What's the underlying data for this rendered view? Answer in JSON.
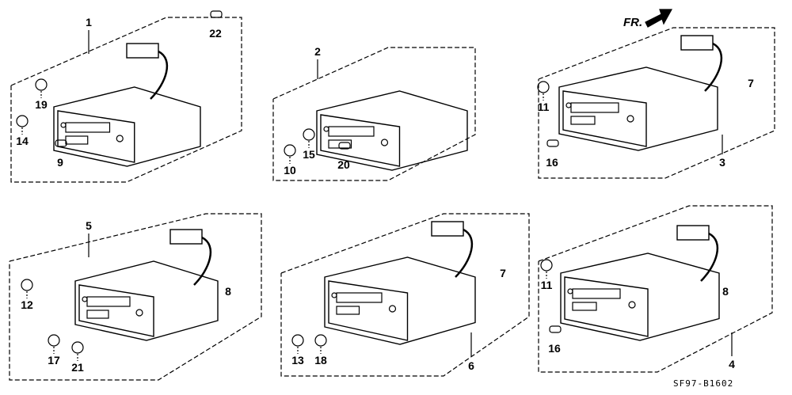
{
  "diagram_code": "SF97-B1602",
  "direction_marker": {
    "label": "FR.",
    "icon": "arrow-right-icon"
  },
  "panels": [
    {
      "assembly": "1",
      "parts": [
        "22",
        "19",
        "14",
        "9"
      ]
    },
    {
      "assembly": "2",
      "parts": [
        "15",
        "10",
        "20"
      ]
    },
    {
      "assembly": "3",
      "parts": [
        "7",
        "11",
        "16"
      ]
    },
    {
      "assembly": "5",
      "parts": [
        "8",
        "12",
        "17",
        "21"
      ]
    },
    {
      "assembly": "6",
      "parts": [
        "7",
        "13",
        "18"
      ]
    },
    {
      "assembly": "4",
      "parts": [
        "8",
        "11",
        "16"
      ]
    }
  ]
}
